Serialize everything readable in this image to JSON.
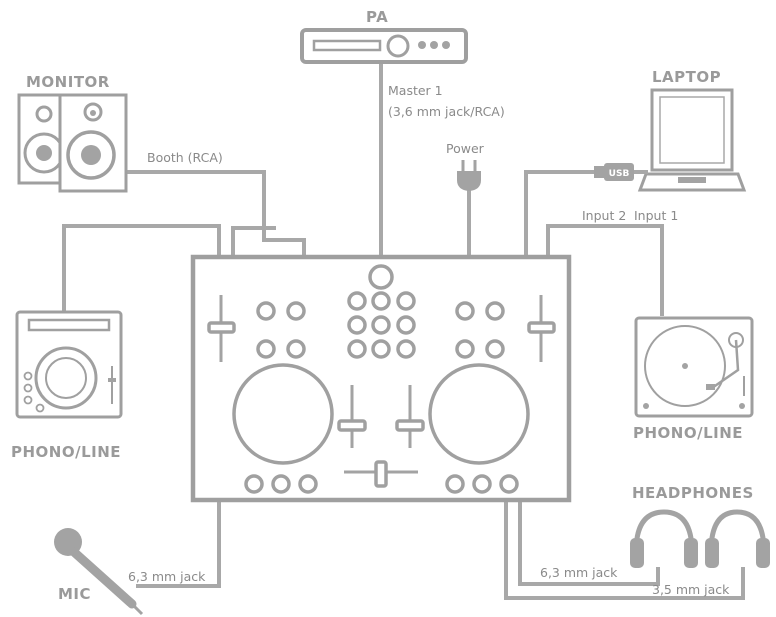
{
  "devices": {
    "pa": "PA",
    "monitor": "MONITOR",
    "laptop": "LAPTOP",
    "phono_left": "PHONO/LINE",
    "phono_right": "PHONO/LINE",
    "headphones": "HEADPHONES",
    "mic": "MIC"
  },
  "connections": {
    "master_line1": "Master 1",
    "master_line2": "(3,6 mm jack/RCA)",
    "power": "Power",
    "booth": "Booth (RCA)",
    "input2": "Input 2",
    "input1": "Input 1",
    "mic_jack": "6,3 mm jack",
    "hp_jack_63": "6,3 mm jack",
    "hp_jack_35": "3,5 mm jack"
  },
  "laptop_usb_label": "USB",
  "colors": {
    "line": "#a8a8a8",
    "device_outline": "#9f9f9f",
    "label": "#9a9a9a",
    "background": "#ffffff"
  }
}
